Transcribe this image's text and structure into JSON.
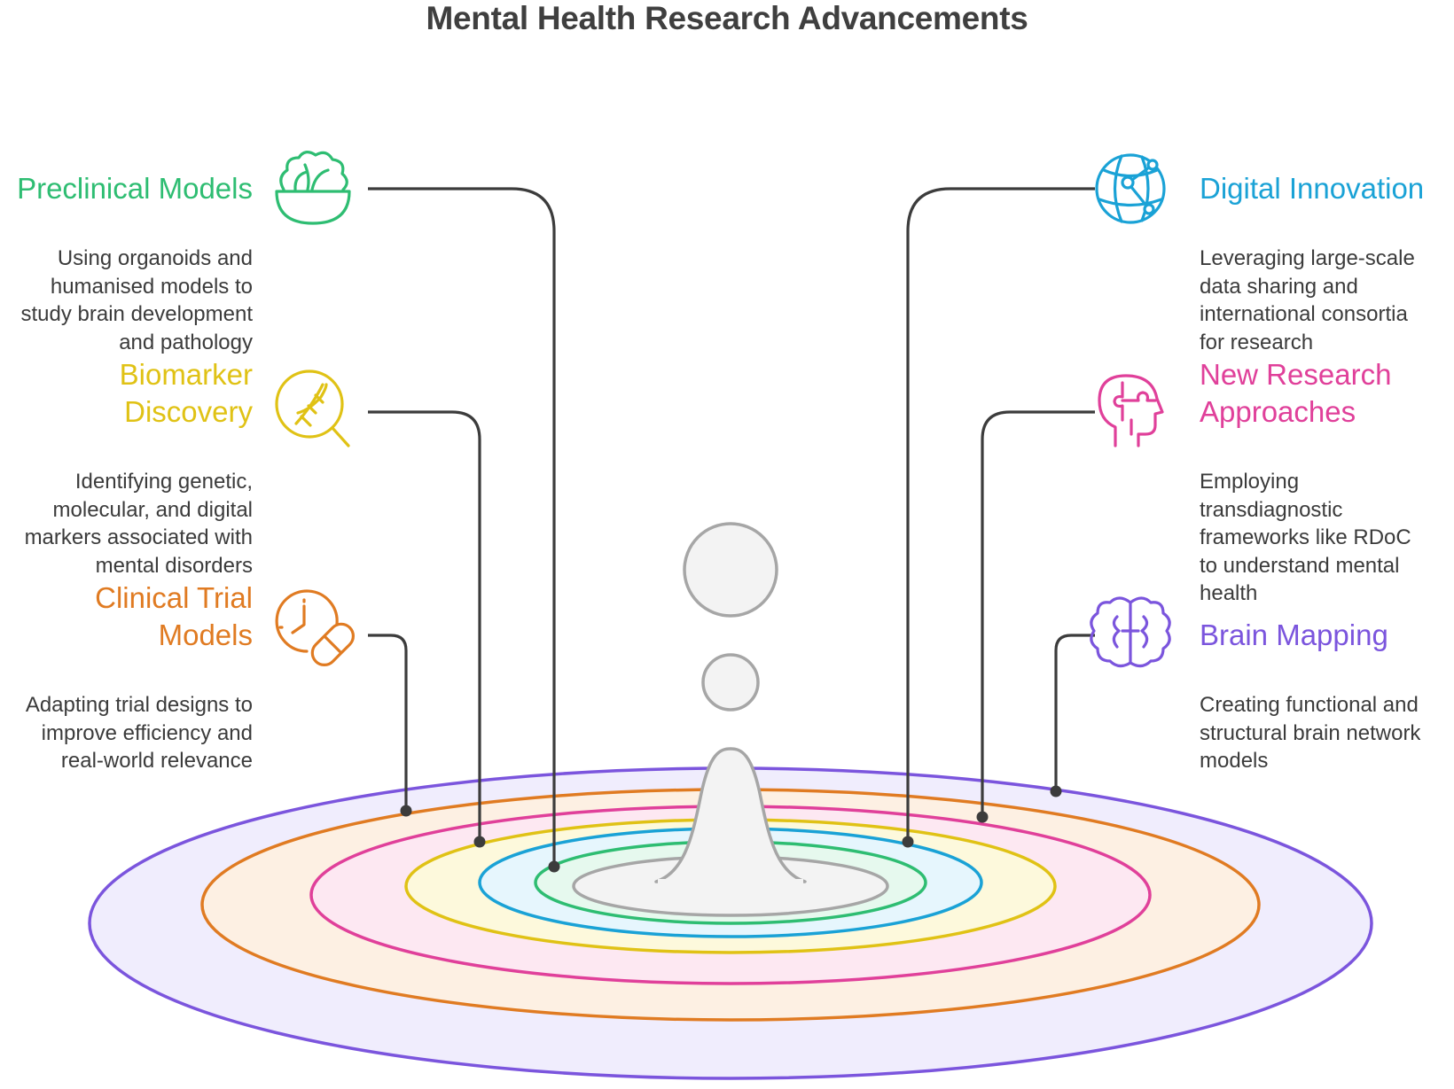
{
  "title": "Mental Health Research Advancements",
  "colors": {
    "preclinical": "#2ebd72",
    "biomarker": "#e0c215",
    "clinical": "#e07b22",
    "digital": "#1aa2d6",
    "new_research": "#e0409a",
    "brain_mapping": "#7b55dd",
    "connector": "#3c3c3c"
  },
  "items": [
    {
      "key": "preclinical",
      "heading": "Preclinical Models",
      "icon": "salad-bowl-icon",
      "description": [
        "Using organoids and",
        "humanised models to",
        "study brain development",
        "and pathology"
      ]
    },
    {
      "key": "biomarker",
      "heading": "Biomarker\nDiscovery",
      "icon": "dna-magnifier-icon",
      "description": [
        "Identifying genetic,",
        "molecular, and digital",
        "markers associated with",
        "mental disorders"
      ]
    },
    {
      "key": "clinical",
      "heading": "Clinical Trial\nModels",
      "icon": "clock-pill-icon",
      "description": [
        "Adapting trial designs to",
        "improve efficiency and",
        "real-world relevance"
      ]
    },
    {
      "key": "digital",
      "heading": "Digital Innovation",
      "icon": "network-globe-icon",
      "description": [
        "Leveraging large-scale",
        "data sharing and",
        "international consortia",
        "for research"
      ]
    },
    {
      "key": "new_research",
      "heading": "New Research\nApproaches",
      "icon": "puzzle-head-icon",
      "description": [
        "Employing",
        "transdiagnostic",
        "frameworks like RDoC",
        "to understand mental",
        "health"
      ]
    },
    {
      "key": "brain_mapping",
      "heading": "Brain Mapping",
      "icon": "brain-icon",
      "description": [
        "Creating functional and",
        "structural brain network",
        "models"
      ]
    }
  ]
}
